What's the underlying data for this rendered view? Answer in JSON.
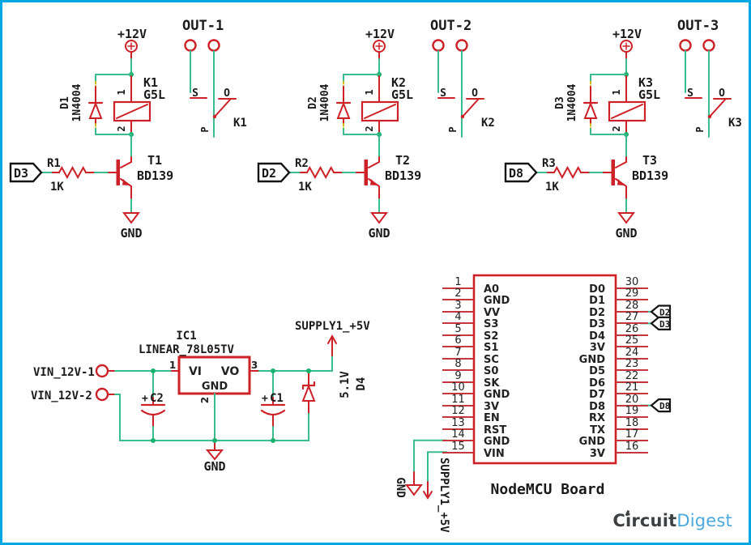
{
  "colors": {
    "frame_border": "#00a7e3",
    "wire_green": "#3bbc8e",
    "junction_green": "#17b26e",
    "component_red": "#cd2128",
    "pin_stub_red": "#c4373c",
    "pin_highlight_yellow": "#d4b818",
    "text_black": "#1a1a1a",
    "logo_dark": "#3c4043",
    "logo_blue": "#4aa8dc"
  },
  "relay_circuits": [
    {
      "input_tag": "D3",
      "resistor_ref": "R1",
      "resistor_value": "1K",
      "transistor_ref": "T1",
      "transistor_part": "BD139",
      "diode_ref": "D1",
      "diode_part": "1N4004",
      "relay_ref": "K1",
      "relay_part": "G5L",
      "relay_pin1": "1",
      "relay_pin2": "2",
      "supply_label": "+12V",
      "gnd_label": "GND",
      "out_header": "OUT-1",
      "terminal_s": "S",
      "terminal_o": "O",
      "terminal_p": "P",
      "switch_ref": "K1"
    },
    {
      "input_tag": "D2",
      "resistor_ref": "R2",
      "resistor_value": "1K",
      "transistor_ref": "T2",
      "transistor_part": "BD139",
      "diode_ref": "D2",
      "diode_part": "1N4004",
      "relay_ref": "K2",
      "relay_part": "G5L",
      "relay_pin1": "1",
      "relay_pin2": "2",
      "supply_label": "+12V",
      "gnd_label": "GND",
      "out_header": "OUT-2",
      "terminal_s": "S",
      "terminal_o": "O",
      "terminal_p": "P",
      "switch_ref": "K2"
    },
    {
      "input_tag": "D8",
      "resistor_ref": "R3",
      "resistor_value": "1K",
      "transistor_ref": "T3",
      "transistor_part": "BD139",
      "diode_ref": "D3",
      "diode_part": "1N4004",
      "relay_ref": "K3",
      "relay_part": "G5L",
      "relay_pin1": "1",
      "relay_pin2": "2",
      "supply_label": "+12V",
      "gnd_label": "GND",
      "out_header": "OUT-3",
      "terminal_s": "S",
      "terminal_o": "O",
      "terminal_p": "P",
      "switch_ref": "K3"
    }
  ],
  "regulator": {
    "ic_ref": "IC1",
    "ic_part": "LINEAR_78L05TV",
    "pin1": "1",
    "pin2": "2",
    "pin3": "3",
    "vi": "VI",
    "vo": "VO",
    "gnd": "GND",
    "input1": "VIN_12V-1",
    "input2": "VIN_12V-2",
    "cap1_plus": "+",
    "cap1_ref": "C1",
    "cap2_plus": "+",
    "cap2_ref": "C2",
    "zener_value": "5.1V",
    "zener_ref": "D4",
    "supply_label": "SUPPLY1_+5V",
    "gnd_label": "GND"
  },
  "nodemcu": {
    "title": "NodeMCU Board",
    "gnd_label": "GND",
    "supply_label": "SUPPLY1_+5V",
    "left_pins": [
      {
        "num": "1",
        "label": "A0"
      },
      {
        "num": "2",
        "label": "GND"
      },
      {
        "num": "3",
        "label": "VV"
      },
      {
        "num": "4",
        "label": "S3"
      },
      {
        "num": "5",
        "label": "S2"
      },
      {
        "num": "6",
        "label": "S1"
      },
      {
        "num": "7",
        "label": "SC"
      },
      {
        "num": "8",
        "label": "S0"
      },
      {
        "num": "9",
        "label": "SK"
      },
      {
        "num": "10",
        "label": "GND"
      },
      {
        "num": "11",
        "label": "3V"
      },
      {
        "num": "12",
        "label": "EN"
      },
      {
        "num": "13",
        "label": "RST"
      },
      {
        "num": "14",
        "label": "GND"
      },
      {
        "num": "15",
        "label": "VIN"
      }
    ],
    "right_pins": [
      {
        "num": "30",
        "label": "D0"
      },
      {
        "num": "29",
        "label": "D1"
      },
      {
        "num": "28",
        "label": "D2"
      },
      {
        "num": "27",
        "label": "D3"
      },
      {
        "num": "26",
        "label": "D4"
      },
      {
        "num": "25",
        "label": "3V"
      },
      {
        "num": "24",
        "label": "GND"
      },
      {
        "num": "23",
        "label": "D5"
      },
      {
        "num": "22",
        "label": "D6"
      },
      {
        "num": "21",
        "label": "D7"
      },
      {
        "num": "20",
        "label": "D8"
      },
      {
        "num": "19",
        "label": "RX"
      },
      {
        "num": "18",
        "label": "TX"
      },
      {
        "num": "17",
        "label": "GND"
      },
      {
        "num": "16",
        "label": "3V"
      }
    ],
    "tags": [
      {
        "label": "D2"
      },
      {
        "label": "D3"
      },
      {
        "label": "D8"
      }
    ]
  },
  "logo": {
    "part1": "Circuit",
    "part2": "Digest"
  }
}
